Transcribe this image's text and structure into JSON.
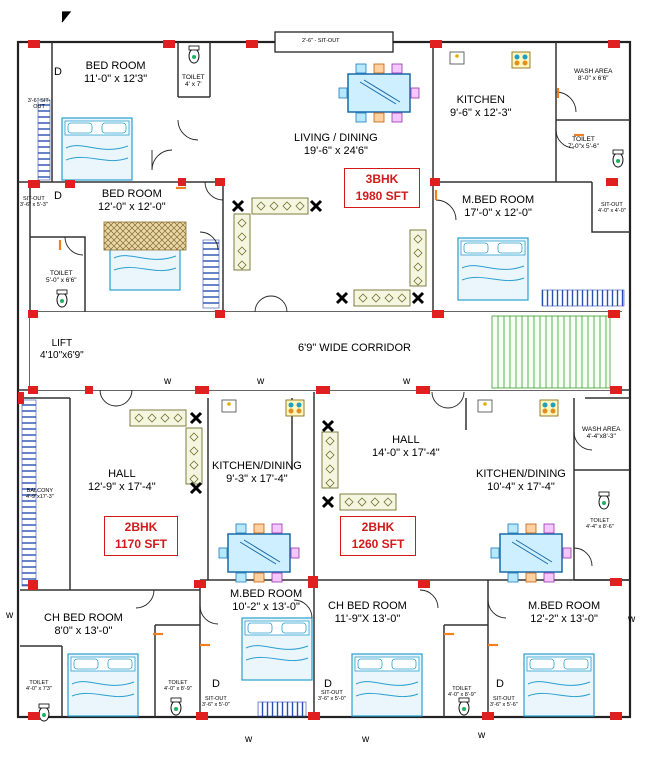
{
  "plan": {
    "corridor": "6'9\" WIDE CORRIDOR",
    "lift": {
      "name": "LIFT",
      "size": "4'10\"x6'9\""
    },
    "top_unit": {
      "badge_title": "3BHK",
      "badge_area": "1980  SFT",
      "rooms": {
        "bed1": {
          "name": "BED ROOM",
          "size": "11'-0\" x 12'3\""
        },
        "bed2": {
          "name": "BED ROOM",
          "size": "12'-0\" x 12'-0\""
        },
        "living": {
          "name": "LIVING / DINING",
          "size": "19'-6\" x 24'6\""
        },
        "kitchen": {
          "name": "KITCHEN",
          "size": "9'-6\" x 12'-3\""
        },
        "mbed": {
          "name": "M.BED ROOM",
          "size": "17'-0\" x 12'-0\""
        },
        "wash": {
          "name": "WASH AREA",
          "size": "8'-0\" x 6'6\""
        },
        "toilet_mbed": {
          "name": "TOILET",
          "size": "7'-0\"x 5'-6\""
        },
        "toilet_bed1": {
          "name": "TOILET",
          "size": "4' x 7'"
        },
        "toilet_bed2": {
          "name": "TOILET",
          "size": "5'-0\" x 6'6\""
        },
        "sitout_top": "2'-6\" - SIT-OUT",
        "sitout_left1": {
          "name": "3'-6\" SIT-OUT"
        },
        "sitout_left2": {
          "name": "SIT-OUT",
          "size": "3'-6\" x 5'-3\""
        },
        "sitout_right": {
          "name": "SIT-OUT",
          "size": "4'-0\" x 4'-0\""
        }
      }
    },
    "left_unit": {
      "badge_title": "2BHK",
      "badge_area": "1170  SFT",
      "rooms": {
        "hall": {
          "name": "HALL",
          "size": "12'-9\" x 17'-4\""
        },
        "kitchen": {
          "name": "KITCHEN/DINING",
          "size": "9'-3\" x 17'-4\""
        },
        "balcony": {
          "name": "BALCONY",
          "size": "4'-9\"x17'-3\""
        },
        "chbed": {
          "name": "CH BED ROOM",
          "size": "8'0\" x 13'-0\""
        },
        "mbed": {
          "name": "M.BED ROOM",
          "size": "10'-2\" x 13'-0\""
        },
        "toilet1": {
          "name": "TOILET",
          "size": "4'-0\" x 7'3\""
        },
        "toilet2": {
          "name": "TOILET",
          "size": "4'-0\" x 8'-9\""
        },
        "sitout": {
          "name": "SIT-OUT",
          "size": "3'-6\" x 5'-0\""
        }
      }
    },
    "right_unit": {
      "badge_title": "2BHK",
      "badge_area": "1260  SFT",
      "rooms": {
        "hall": {
          "name": "HALL",
          "size": "14'-0\" x 17'-4\""
        },
        "kitchen": {
          "name": "KITCHEN/DINING",
          "size": "10'-4\" x 17'-4\""
        },
        "wash": {
          "name": "WASH AREA",
          "size": "4'-4\"x8'-3\""
        },
        "toilet_k": {
          "name": "TOILET",
          "size": "4'-4\" x 8'-6\""
        },
        "chbed": {
          "name": "CH BED ROOM",
          "size": "11'-9\"X 13'-0\""
        },
        "mbed": {
          "name": "M.BED ROOM",
          "size": "12'-2\" x 13'-0\""
        },
        "toilet1": {
          "name": "TOILET",
          "size": "4'-0\" x 8'-9\""
        },
        "sitout1": {
          "name": "SIT-OUT",
          "size": "3'-6\" x 5'-0\""
        },
        "sitout2": {
          "name": "SIT-OUT",
          "size": "3'-6\" x 5'-6\""
        }
      }
    },
    "marks": {
      "door": "D",
      "window": "W",
      "window_lower": "w"
    }
  }
}
